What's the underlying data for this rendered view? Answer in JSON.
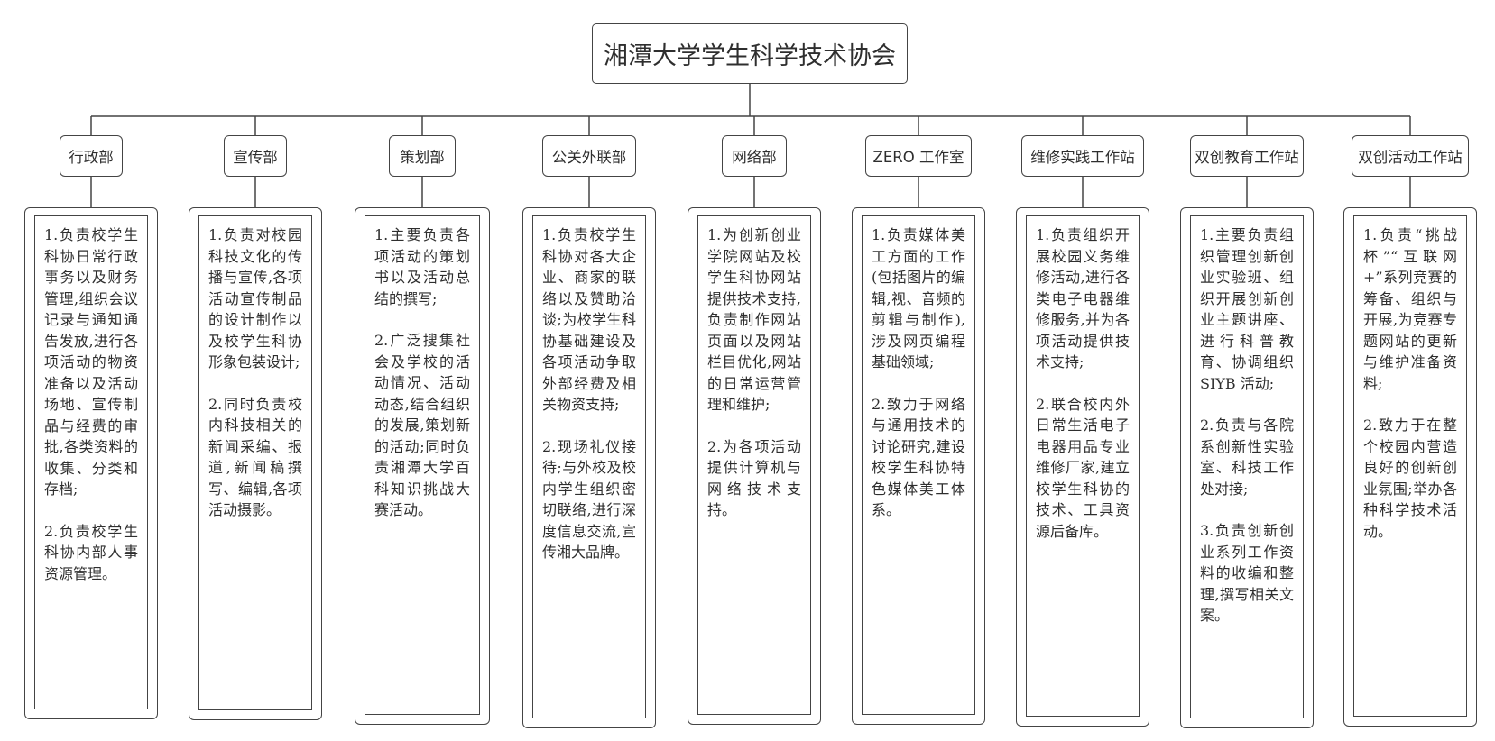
{
  "title": "湘潭大学学生科学技术协会",
  "departments": [
    {
      "name": "行政部",
      "paragraphs": [
        "1.负责校学生科协日常行政事务以及财务管理,组织会议记录与通知通告发放,进行各项活动的物资准备以及活动场地、宣传制品与经费的审批,各类资料的收集、分类和存档;",
        "2.负责校学生科协内部人事资源管理。"
      ]
    },
    {
      "name": "宣传部",
      "paragraphs": [
        "1.负责对校园科技文化的传播与宣传,各项活动宣传制品的设计制作以及校学生科协形象包装设计;",
        "2.同时负责校内科技相关的新闻采编、报道,新闻稿撰写、编辑,各项活动摄影。"
      ]
    },
    {
      "name": "策划部",
      "paragraphs": [
        "1.主要负责各项活动的策划书以及活动总结的撰写;",
        "2.广泛搜集社会及学校的活动情况、活动动态,结合组织的发展,策划新的活动;同时负责湘潭大学百科知识挑战大赛活动。"
      ]
    },
    {
      "name": "公关外联部",
      "paragraphs": [
        "1.负责校学生科协对各大企业、商家的联络以及赞助洽谈;为校学生科协基础建设及各项活动争取外部经费及相关物资支持;",
        "2.现场礼仪接待;与外校及校内学生组织密切联络,进行深度信息交流,宣传湘大品牌。"
      ]
    },
    {
      "name": "网络部",
      "paragraphs": [
        "1.为创新创业学院网站及校学生科协网站提供技术支持,负责制作网站页面以及网站栏目优化,网站的日常运营管理和维护;",
        "2.为各项活动提供计算机与网络技术支持。"
      ]
    },
    {
      "name": "ZERO 工作室",
      "paragraphs": [
        "1.负责媒体美工方面的工作(包括图片的编辑,视、音频的剪辑与制作),涉及网页编程基础领域;",
        "2.致力于网络与通用技术的讨论研究,建设校学生科协特色媒体美工体系。"
      ]
    },
    {
      "name": "维修实践工作站",
      "paragraphs": [
        "1.负责组织开展校园义务维修活动,进行各类电子电器维修服务,并为各项活动提供技术支持;",
        "2.联合校内外日常生活电子电器用品专业维修厂家,建立校学生科协的技术、工具资源后备库。"
      ]
    },
    {
      "name": "双创教育工作站",
      "paragraphs": [
        "1.主要负责组织管理创新创业实验班、组织开展创新创业主题讲座、进行科普教育、协调组织 SIYB 活动;",
        "2.负责与各院系创新性实验室、科技工作处对接;",
        "3.负责创新创业系列工作资料的收编和整理,撰写相关文案。"
      ]
    },
    {
      "name": "双创活动工作站",
      "paragraphs": [
        "1.负责“挑战杯”“互联网+”系列竞赛的筹备、组织与开展,为竞赛专题网站的更新与维护准备资料;",
        "2.致力于在整个校园内营造良好的创新创业氛围;举办各种科学技术活动。"
      ]
    }
  ]
}
